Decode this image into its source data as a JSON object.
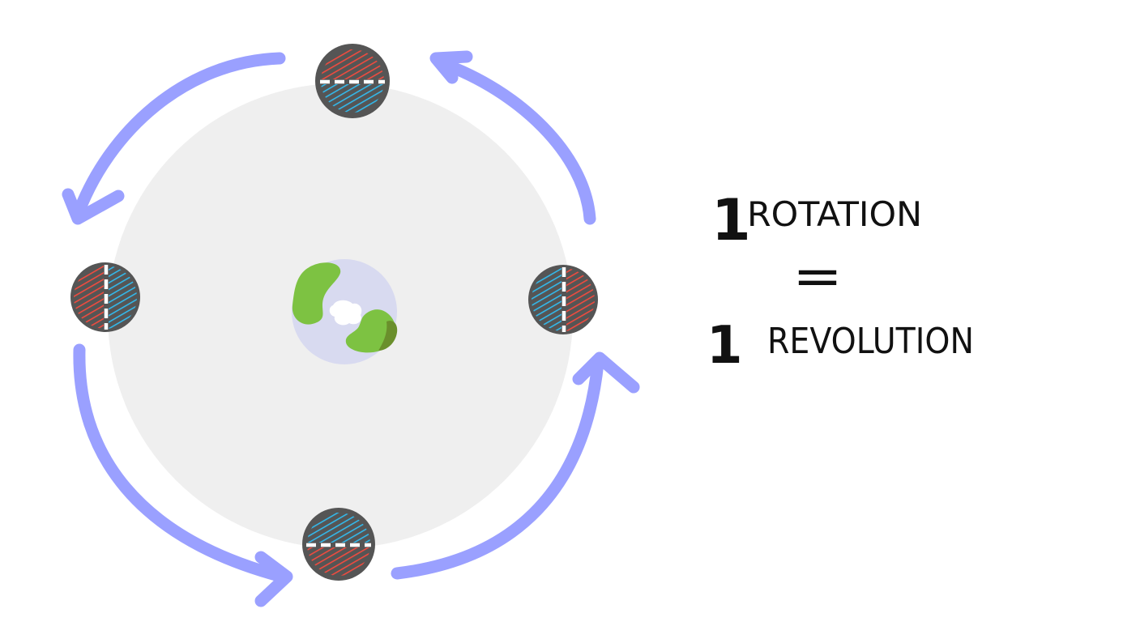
{
  "labels": {
    "rotation_number": "1",
    "rotation_word": "ROTATION",
    "equals": "=",
    "revolution_number": "1",
    "revolution_word": "REVOLUTION"
  },
  "colors": {
    "orbit_disc": "#efefef",
    "arrow": "#9aa0ff",
    "moon_body": "#555555",
    "moon_near_side": "#ef4b3f",
    "moon_far_side": "#33b8ea",
    "earth_ocean": "#d8daf0",
    "earth_land": "#7dc242",
    "earth_land_dark": "#6a8f2c",
    "earth_cloud": "#ffffff"
  },
  "icons": {
    "earth": "earth-icon",
    "moon": "moon-icon",
    "arrow": "curved-arrow-icon"
  }
}
